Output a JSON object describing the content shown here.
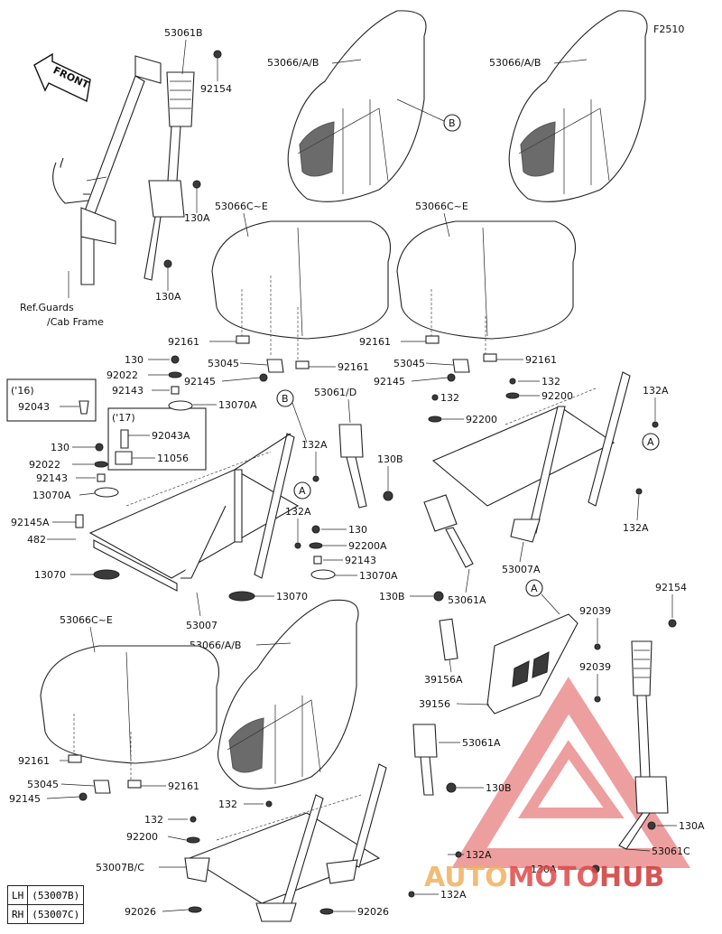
{
  "figure_code": "F2510",
  "front_arrow": "FRONT",
  "ref_note": [
    "Ref.Guards",
    "/Cab Frame"
  ],
  "year_boxes": {
    "y16": "('16)",
    "y17": "('17)"
  },
  "callouts": {
    "c53061B": "53061B",
    "c92154a": "92154",
    "c130A_1": "130A",
    "c130A_2": "130A",
    "c53066_1": "53066/A/B",
    "c53066_2": "53066/A/B",
    "c53066_3": "53066/A/B",
    "c53066C_1": "53066C~E",
    "c53066C_2": "53066C~E",
    "c53066C_3": "53066C~E",
    "c92161_1": "92161",
    "c92161_2": "92161",
    "c92161_3": "92161",
    "c92161_4": "92161",
    "c92161_5": "92161",
    "c92161_6": "92161",
    "c53045_1": "53045",
    "c53045_2": "53045",
    "c53045_3": "53045",
    "c92145_1": "92145",
    "c92145_2": "92145",
    "c92145_3": "92145",
    "c130_1": "130",
    "c92022_1": "92022",
    "c92143_1": "92143",
    "c13070A_1": "13070A",
    "c92043": "92043",
    "c92043A": "92043A",
    "c11056": "11056",
    "c130_2": "130",
    "c92022_2": "92022",
    "c92143_2": "92143",
    "c13070A_2": "13070A",
    "c92145A": "92145A",
    "c482": "482",
    "c13070_1": "13070",
    "c13070_2": "13070",
    "c53007": "53007",
    "c53061D": "53061/D",
    "c132A_1": "132A",
    "c132A_2": "132A",
    "c130B_1": "130B",
    "c130_3": "130",
    "c92200A": "92200A",
    "c92143_3": "92143",
    "c13070A_3": "13070A",
    "c132_1": "132",
    "c92200_1": "92200",
    "c132_2": "132",
    "c92200_2": "92200",
    "c132A_3": "132A",
    "c132A_4": "132A",
    "c53007A": "53007A",
    "c130B_2": "130B",
    "c53061A_1": "53061A",
    "c92039_1": "92039",
    "c92039_2": "92039",
    "c39156A": "39156A",
    "c39156": "39156",
    "c92154b": "92154",
    "c53061A_2": "53061A",
    "c130B_3": "130B",
    "c130A_3": "130A",
    "c130A_4": "130A",
    "c53061C": "53061C",
    "c132_3": "132",
    "c132_4": "132",
    "c92200_3": "92200",
    "c53007BC": "53007B/C",
    "c92026_1": "92026",
    "c92026_2": "92026",
    "c132A_5": "132A",
    "c132A_6": "132A",
    "refA_1": "A",
    "refA_2": "A",
    "refA_3": "A",
    "refB_1": "B",
    "refB_2": "B"
  },
  "variant_table": [
    {
      "side": "LH",
      "part": "(53007B)"
    },
    {
      "side": "RH",
      "part": "(53007C)"
    }
  ],
  "watermark": {
    "auto": "AUTO",
    "moto": "MOTO",
    "hub": "HUB"
  }
}
